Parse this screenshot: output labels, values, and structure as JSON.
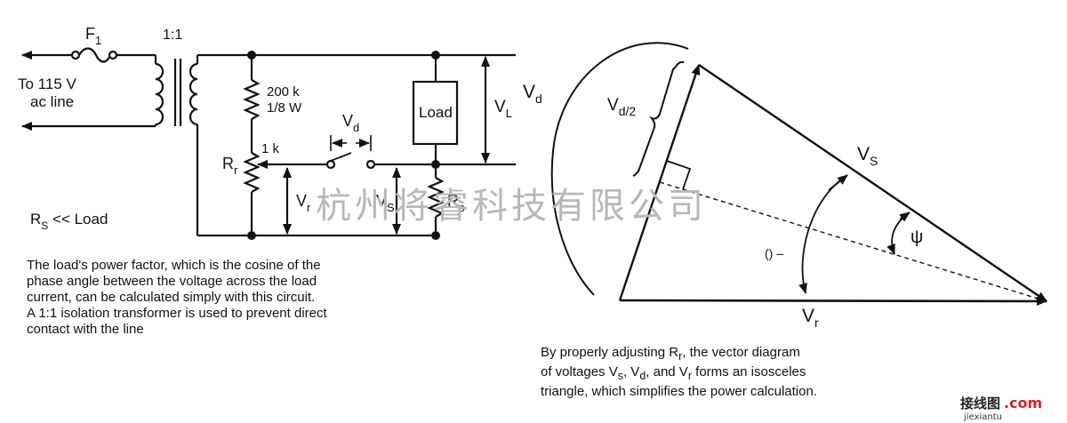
{
  "circuit": {
    "fuse_label": "F",
    "fuse_sub": "1",
    "transformer_ratio": "1:1",
    "source_line1": "To 115 V",
    "source_line2": "ac line",
    "resistor_value_line1": "200 k",
    "resistor_value_line2": "1/8 W",
    "pot_value": "1 k",
    "rr_label": "R",
    "rr_sub": "r",
    "vr_label": "V",
    "vr_sub": "r",
    "vd_label": "V",
    "vd_sub": "d",
    "vs_label": "V",
    "vs_sub": "S",
    "rs_label": "R",
    "rs_sub": "s",
    "load_label": "Load",
    "vl_label": "V",
    "vl_sub": "L",
    "condition_prefix": "R",
    "condition_sub": "S",
    "condition_suffix": " << Load"
  },
  "vector": {
    "vd_label": "V",
    "vd_sub": "d",
    "vd_half_label": "V",
    "vd_half_sub": "d/2",
    "vs_label": "V",
    "vs_sub": "S",
    "vr_label": "V",
    "vr_sub": "r",
    "theta_label": "() –",
    "psi_label": "ψ"
  },
  "caption_left": {
    "lines": [
      "The load's power factor, which is the cosine of the",
      "phase angle between the voltage across the load",
      "current, can be calculated simply with this circuit.",
      "A 1:1 isolation transformer is used to prevent direct",
      "contact with the line"
    ]
  },
  "caption_right": {
    "line1": "By properly adjusting R",
    "line1_sub": "r",
    "line1_end": ", the vector diagram",
    "line2_a": "of voltages V",
    "line2_sub_s": "s",
    "line2_b": ", V",
    "line2_sub_d": "d",
    "line2_c": ", and V",
    "line2_sub_r": "r",
    "line2_d": " forms an isosceles",
    "line3": "triangle, which simplifies the power calculation."
  },
  "watermark": {
    "text": "杭州将睿科技有限公司",
    "logo_cn": "接线图",
    "logo_dot": ".",
    "logo_com": "com",
    "logo_url": "jiexiantu"
  }
}
